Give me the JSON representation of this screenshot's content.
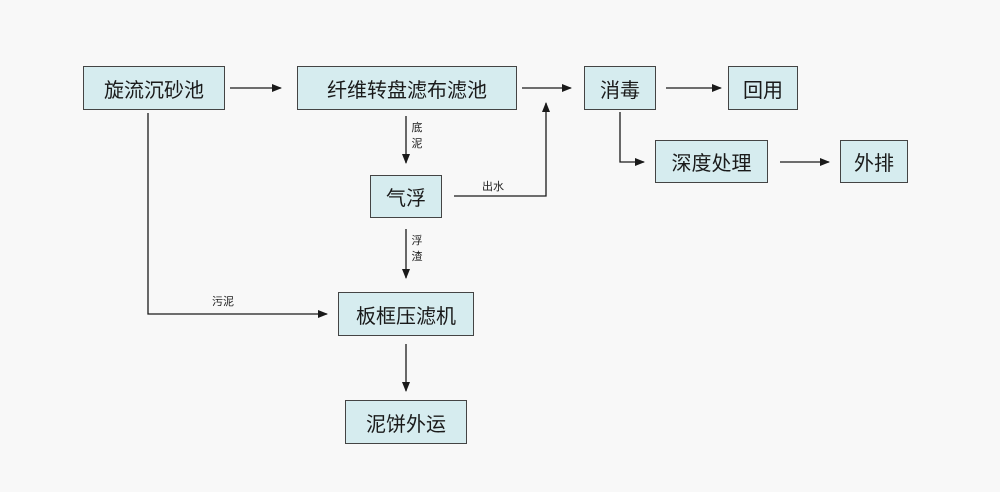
{
  "nodes": {
    "grit_chamber": "旋流沉砂池",
    "fiber_disc_filter": "纤维转盘滤布滤池",
    "disinfection": "消毒",
    "reuse": "回用",
    "advanced_treatment": "深度处理",
    "discharge": "外排",
    "air_flotation": "气浮",
    "filter_press": "板框压滤机",
    "sludge_cake_transport": "泥饼外运"
  },
  "edge_labels": {
    "bottom_sludge": "底泥",
    "effluent": "出水",
    "scum": "浮渣",
    "sludge": "污泥"
  },
  "colors": {
    "node_fill": "#d6ecef",
    "node_border": "#444444",
    "line": "#1a1a1a",
    "background": "#f8f8f8"
  }
}
